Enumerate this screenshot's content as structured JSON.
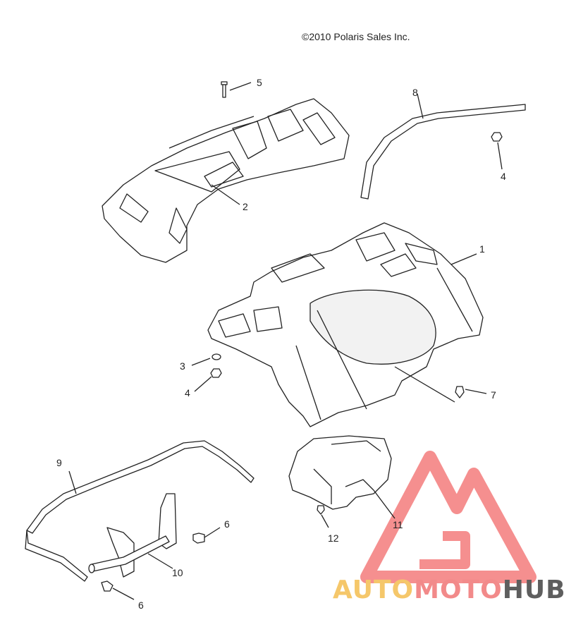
{
  "copyright": "©2010 Polaris Sales Inc.",
  "callouts": [
    "5",
    "8",
    "4",
    "2",
    "1",
    "3",
    "4",
    "7",
    "9",
    "11",
    "6",
    "12",
    "10",
    "6"
  ],
  "watermark": {
    "part1": "AUTO",
    "part2": "MOTO",
    "part3": "HUB",
    "colors": {
      "auto": "#f5c76a",
      "moto": "#f28a8a",
      "hub": "#5e5e5e",
      "logo": "#f26a6a"
    }
  }
}
